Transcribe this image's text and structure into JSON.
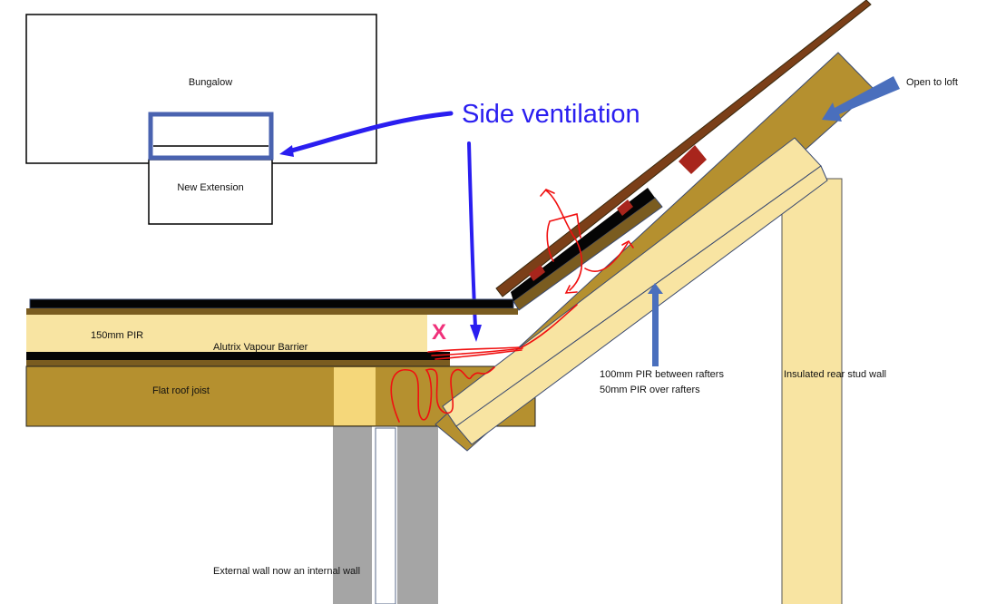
{
  "labels": {
    "bungalow": "Bungalow",
    "new_extension": "New Extension",
    "side_ventilation": "Side ventilation",
    "open_to_loft": "Open to loft",
    "pir_150": "150mm PIR",
    "vapour_barrier": "Alutrix Vapour Barrier",
    "flat_roof_joist": "Flat roof joist",
    "pir_between": "100mm PIR between rafters",
    "pir_over": "50mm PIR over rafters",
    "rear_stud_wall": "Insulated rear stud wall",
    "external_wall": "External wall now an internal wall",
    "x_mark": "X"
  },
  "colors": {
    "timber": "#b5902f",
    "insulation": "#f8e4a2",
    "membrane": "#050505",
    "tile": "#7b3f18",
    "batten": "#a8251c",
    "annotation_blue": "#2a1ef0",
    "arrow_blue": "#4a6fbd",
    "airflow_red": "#f01010",
    "wall_grey": "#a5a5a5"
  }
}
